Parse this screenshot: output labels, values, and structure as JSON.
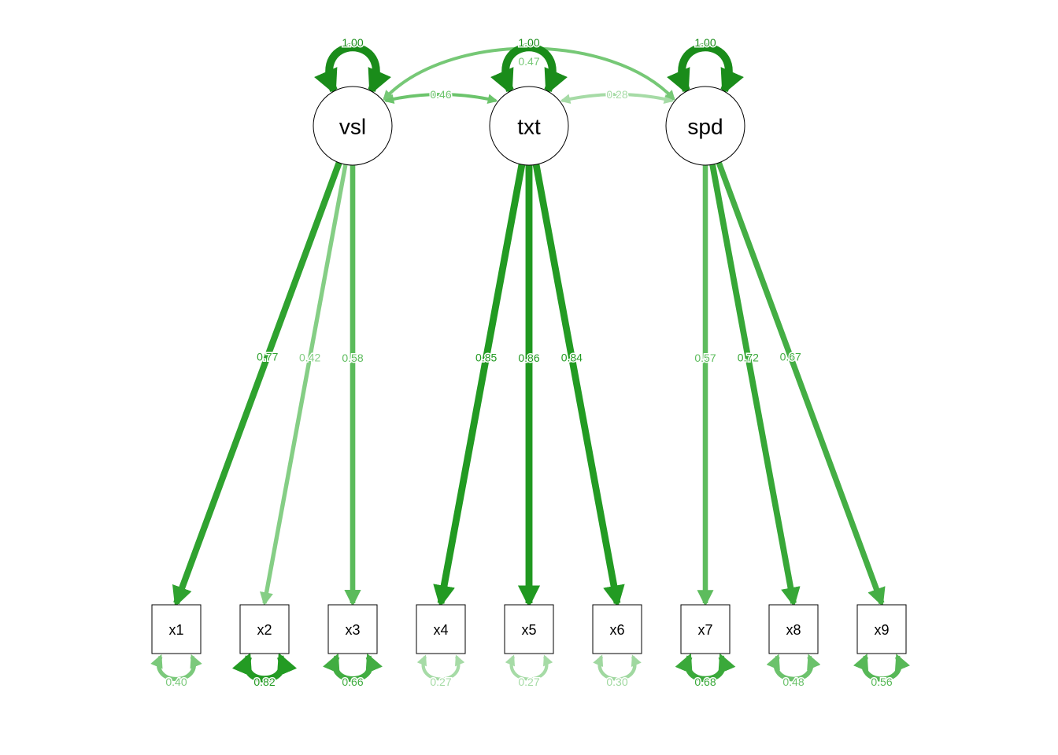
{
  "latents": [
    {
      "id": "vsl",
      "label": "vsl",
      "variance": "1.00"
    },
    {
      "id": "txt",
      "label": "txt",
      "variance": "1.00"
    },
    {
      "id": "spd",
      "label": "spd",
      "variance": "1.00"
    }
  ],
  "indicators": [
    {
      "id": "x1",
      "label": "x1",
      "residual": "0.40",
      "residual_color": "#7bc97b"
    },
    {
      "id": "x2",
      "label": "x2",
      "residual": "0.82",
      "residual_color": "#239b23"
    },
    {
      "id": "x3",
      "label": "x3",
      "residual": "0.66",
      "residual_color": "#42ad42"
    },
    {
      "id": "x4",
      "label": "x4",
      "residual": "0.27",
      "residual_color": "#a6dba6"
    },
    {
      "id": "x5",
      "label": "x5",
      "residual": "0.27",
      "residual_color": "#a6dba6"
    },
    {
      "id": "x6",
      "label": "x6",
      "residual": "0.30",
      "residual_color": "#a0d8a0"
    },
    {
      "id": "x7",
      "label": "x7",
      "residual": "0.68",
      "residual_color": "#3aa93a"
    },
    {
      "id": "x8",
      "label": "x8",
      "residual": "0.48",
      "residual_color": "#6cc26c"
    },
    {
      "id": "x9",
      "label": "x9",
      "residual": "0.56",
      "residual_color": "#57b857"
    }
  ],
  "loadings": [
    {
      "from": "vsl",
      "to": "x1",
      "label": "0.77",
      "color": "#2fa22f"
    },
    {
      "from": "vsl",
      "to": "x2",
      "label": "0.42",
      "color": "#85ce85"
    },
    {
      "from": "vsl",
      "to": "x3",
      "label": "0.58",
      "color": "#5bbb5b"
    },
    {
      "from": "txt",
      "to": "x4",
      "label": "0.85",
      "color": "#229a22"
    },
    {
      "from": "txt",
      "to": "x5",
      "label": "0.86",
      "color": "#209820"
    },
    {
      "from": "txt",
      "to": "x6",
      "label": "0.84",
      "color": "#239b23"
    },
    {
      "from": "spd",
      "to": "x7",
      "label": "0.57",
      "color": "#5dbc5d"
    },
    {
      "from": "spd",
      "to": "x8",
      "label": "0.72",
      "color": "#37a737"
    },
    {
      "from": "spd",
      "to": "x9",
      "label": "0.67",
      "color": "#44ae44"
    }
  ],
  "covariances": [
    {
      "from": "vsl",
      "to": "txt",
      "label": "0.46",
      "color": "#6cc46c"
    },
    {
      "from": "txt",
      "to": "spd",
      "label": "0.28",
      "color": "#a6dba6"
    },
    {
      "from": "vsl",
      "to": "spd",
      "label": "0.47",
      "color": "#76c876"
    }
  ],
  "colors": {
    "latent_variance": "#1a8c1a",
    "node_stroke": "#000000",
    "node_fill": "#ffffff"
  }
}
